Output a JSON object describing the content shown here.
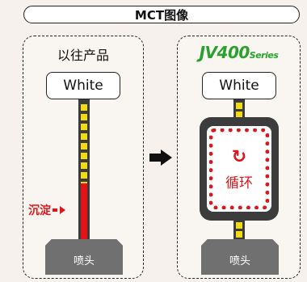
{
  "title": "MCT图像",
  "left_panel": {
    "heading": "以往产品",
    "ink_label": "White",
    "sediment_label": "沉淀",
    "nozzle_label": "喷头"
  },
  "right_panel": {
    "brand": "JV400",
    "brand_suffix": "Series",
    "ink_label": "White",
    "circulation_label": "循环",
    "circulation_icon": "↻",
    "nozzle_label": "喷头"
  },
  "colors": {
    "brand_green": "#2aa12d",
    "sediment_red": "#e31318",
    "tube_dark": "#3c3c3c",
    "ink_yellow": "#f2dc12",
    "nozzle_gray": "#707070"
  }
}
